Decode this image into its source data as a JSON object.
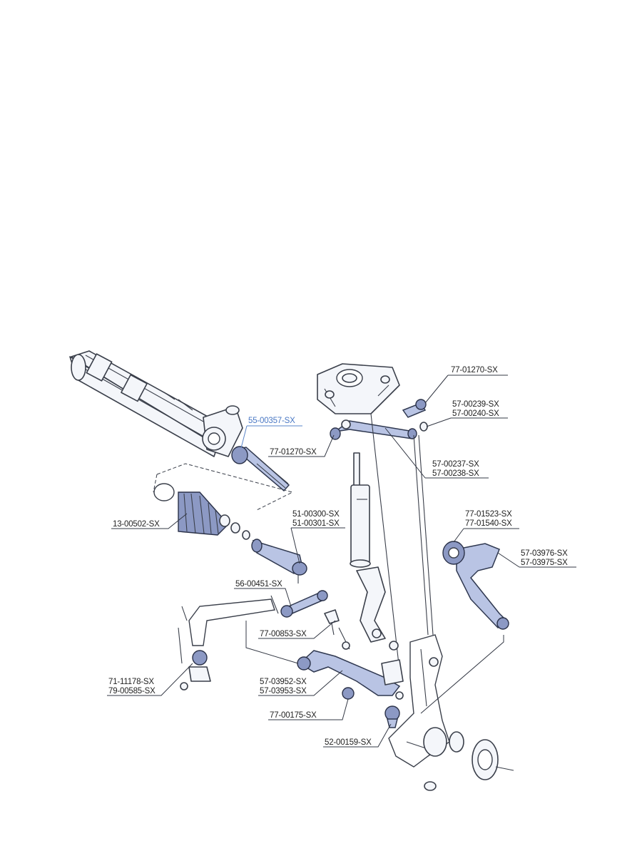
{
  "labels": {
    "l1": "77-01270-SX",
    "l2a": "57-00239-SX",
    "l2b": "57-00240-SX",
    "l3": "55-00357-SX",
    "l4": "77-01270-SX",
    "l5a": "57-00237-SX",
    "l5b": "57-00238-SX",
    "l6a": "51-00300-SX",
    "l6b": "51-00301-SX",
    "l7": "13-00502-SX",
    "l8a": "77-01523-SX",
    "l8b": "77-01540-SX",
    "l9a": "57-03976-SX",
    "l9b": "57-03975-SX",
    "l10": "56-00451-SX",
    "l11": "77-00853-SX",
    "l12a": "71-11178-SX",
    "l12b": "79-00585-SX",
    "l13a": "57-03952-SX",
    "l13b": "57-03953-SX",
    "l14": "77-00175-SX",
    "l15": "52-00159-SX"
  },
  "colors": {
    "highlight": "#b9c4e4",
    "highlight_label": "#4a78c4",
    "line": "#3a3f4a"
  }
}
